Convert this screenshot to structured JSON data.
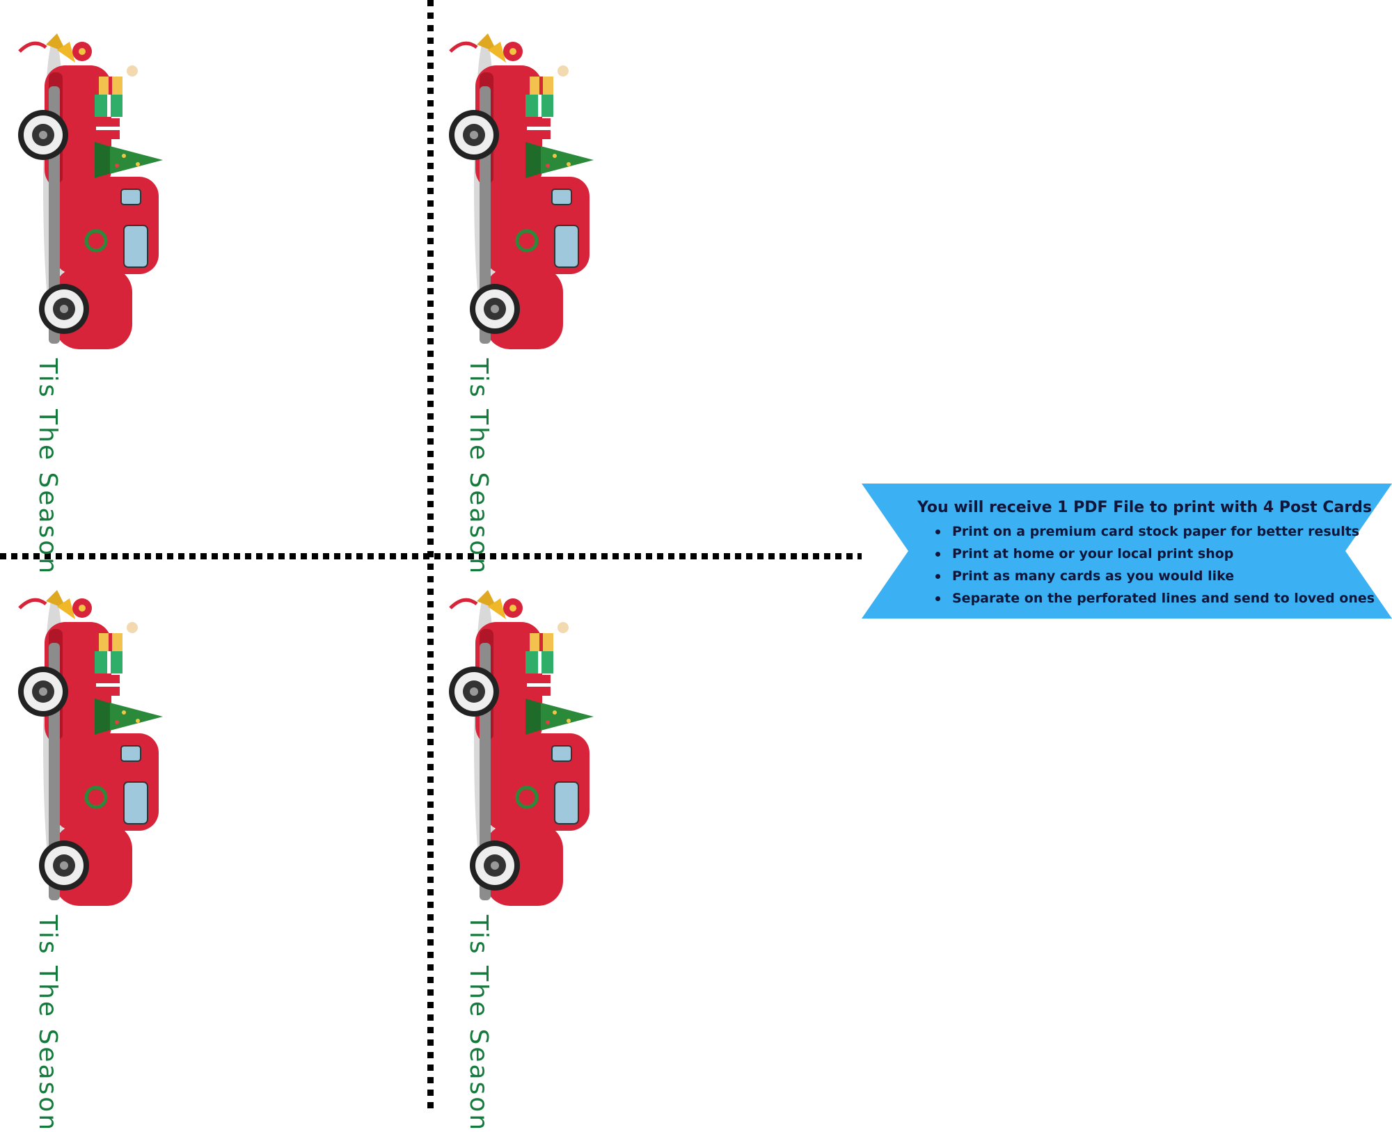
{
  "cards": [
    {
      "greeting": "Tis The Season"
    },
    {
      "greeting": "Tis The Season"
    },
    {
      "greeting": "Tis The Season"
    },
    {
      "greeting": "Tis The Season"
    }
  ],
  "banner": {
    "title": "You will receive 1 PDF File to print with 4 Post Cards",
    "items": [
      "Print on a premium card stock paper for better results",
      "Print at home or your local print shop",
      "Print as many cards as you would like",
      "Separate on the perforated lines and send to loved ones"
    ]
  },
  "colors": {
    "truck_red": "#d8243a",
    "greeting_green": "#127a3a",
    "banner_blue": "#3bb0f2",
    "banner_text": "#10163a",
    "perforation": "#000000"
  }
}
